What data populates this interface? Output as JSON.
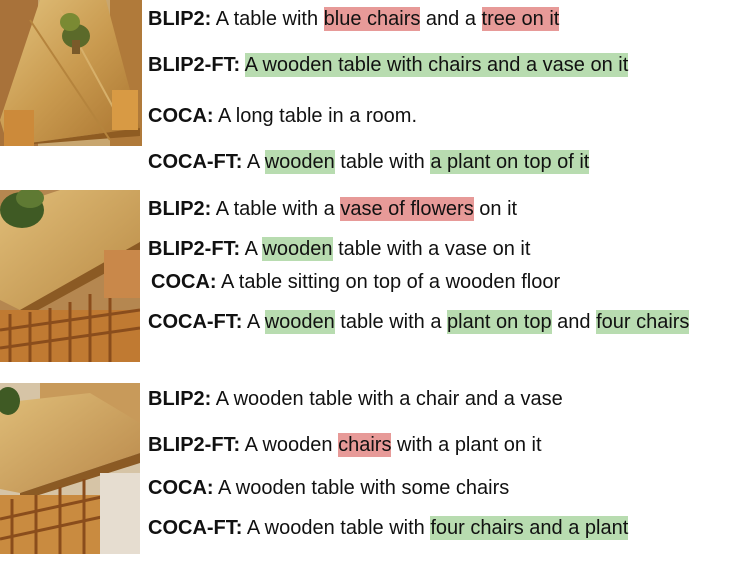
{
  "colors": {
    "correct_highlight": "#b8dcb0",
    "incorrect_highlight": "#e79a98"
  },
  "examples": [
    {
      "image": "wooden-dining-table-with-centerpiece",
      "captions": [
        {
          "model": "BLIP2:",
          "segments": [
            {
              "text": " A table with ",
              "mark": "none"
            },
            {
              "text": "blue chairs",
              "mark": "bad"
            },
            {
              "text": " and a ",
              "mark": "none"
            },
            {
              "text": "tree on it",
              "mark": "bad"
            }
          ]
        },
        {
          "model": "BLIP2-FT:",
          "segments": [
            {
              "text": " ",
              "mark": "none"
            },
            {
              "text": "A wooden table with chairs and a vase on it",
              "mark": "good"
            }
          ]
        },
        {
          "model": "COCA:",
          "segments": [
            {
              "text": " A long table in a room.",
              "mark": "none"
            }
          ]
        },
        {
          "model": "COCA-FT:",
          "segments": [
            {
              "text": " A ",
              "mark": "none"
            },
            {
              "text": "wooden",
              "mark": "good"
            },
            {
              "text": " table with ",
              "mark": "none"
            },
            {
              "text": "a plant on top of it",
              "mark": "good"
            }
          ]
        }
      ]
    },
    {
      "image": "wooden-table-with-woven-chairs",
      "captions": [
        {
          "model": "BLIP2:",
          "segments": [
            {
              "text": " A table with a ",
              "mark": "none"
            },
            {
              "text": "vase of flowers",
              "mark": "bad"
            },
            {
              "text": " on it",
              "mark": "none"
            }
          ]
        },
        {
          "model": "BLIP2-FT:",
          "segments": [
            {
              "text": " A ",
              "mark": "none"
            },
            {
              "text": "wooden",
              "mark": "good"
            },
            {
              "text": " table with a vase on it",
              "mark": "none"
            }
          ]
        },
        {
          "model": "COCA:",
          "segments": [
            {
              "text": " A table sitting on top of a wooden floor",
              "mark": "none"
            }
          ]
        },
        {
          "model": "COCA-FT:",
          "segments": [
            {
              "text": " A ",
              "mark": "none"
            },
            {
              "text": "wooden",
              "mark": "good"
            },
            {
              "text": " table with a ",
              "mark": "none"
            },
            {
              "text": "plant on top",
              "mark": "good"
            },
            {
              "text": " and ",
              "mark": "none"
            },
            {
              "text": "four chairs",
              "mark": "good"
            }
          ]
        }
      ]
    },
    {
      "image": "wooden-table-corner-with-plant",
      "captions": [
        {
          "model": "BLIP2:",
          "segments": [
            {
              "text": " A wooden table with a chair and a vase",
              "mark": "none"
            }
          ]
        },
        {
          "model": "BLIP2-FT:",
          "segments": [
            {
              "text": " A wooden ",
              "mark": "none"
            },
            {
              "text": "chairs",
              "mark": "bad"
            },
            {
              "text": " with a plant on it",
              "mark": "none"
            }
          ]
        },
        {
          "model": "COCA:",
          "segments": [
            {
              "text": " A wooden table with some chairs",
              "mark": "none"
            }
          ]
        },
        {
          "model": "COCA-FT:",
          "segments": [
            {
              "text": " A wooden table with ",
              "mark": "none"
            },
            {
              "text": "four chairs and a plant",
              "mark": "good"
            }
          ]
        }
      ]
    }
  ]
}
